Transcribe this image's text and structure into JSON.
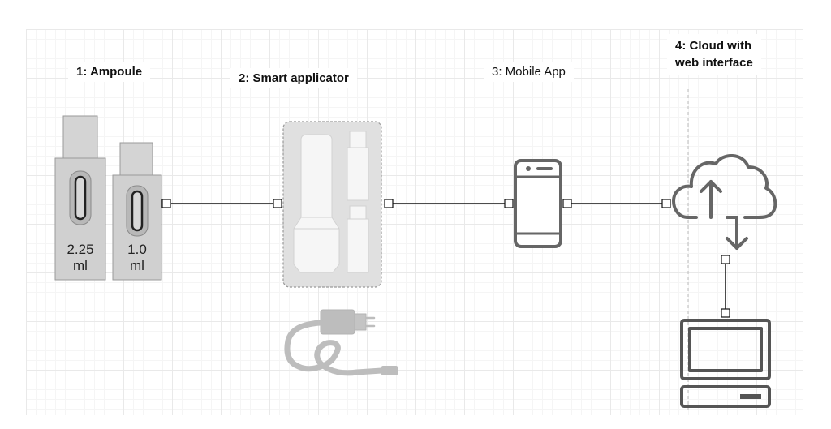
{
  "labels": {
    "ampoule": "1: Ampoule",
    "applicator": "2: Smart applicator",
    "mobile": "3: Mobile App",
    "cloud_line1": "4: Cloud with",
    "cloud_line2": "web interface"
  },
  "ampoules": {
    "large": {
      "line1": "2.25",
      "line2": "ml"
    },
    "small": {
      "line1": "1.0",
      "line2": "ml"
    }
  },
  "colors": {
    "connector": "#111111",
    "device_gray": "#666666",
    "ampoule_fill": "#d0d0d0",
    "applicator_fill": "#e0e0e0",
    "charger_gray": "#bdbdbd"
  },
  "icons": [
    "ampoule-icon",
    "applicator-icon",
    "charger-icon",
    "smartphone-icon",
    "cloud-icon",
    "desktop-computer-icon"
  ]
}
